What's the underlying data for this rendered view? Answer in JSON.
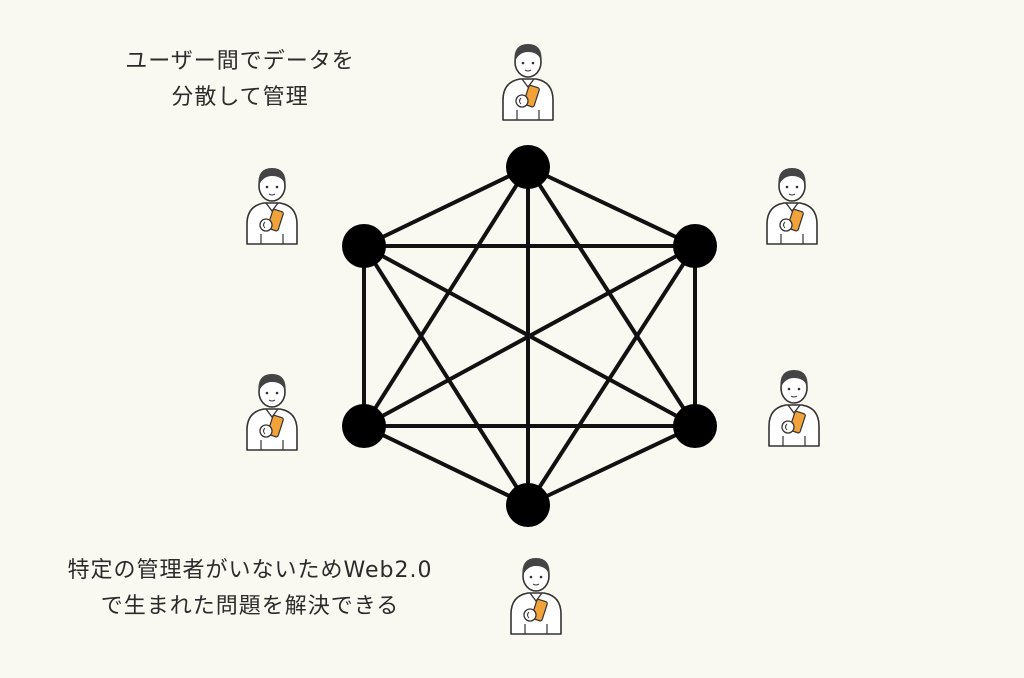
{
  "captions": {
    "top": [
      "ユーザー間でデータを",
      "分散して管理"
    ],
    "bottom": [
      "特定の管理者がいないためWeb2.0",
      "で生まれた問題を解決できる"
    ]
  },
  "network": {
    "node_count": 6,
    "connection": "fully-connected",
    "node_color": "#000000",
    "edge_color": "#111111"
  },
  "users": {
    "count": 6,
    "icon": "person-with-smartphone-icon",
    "phone_color": "#f2a23a",
    "outline_color": "#333333",
    "hair_color": "#444444",
    "fill_color": "#ffffff"
  },
  "colors": {
    "background": "#f9f8f1",
    "text": "#2b2b2b"
  }
}
